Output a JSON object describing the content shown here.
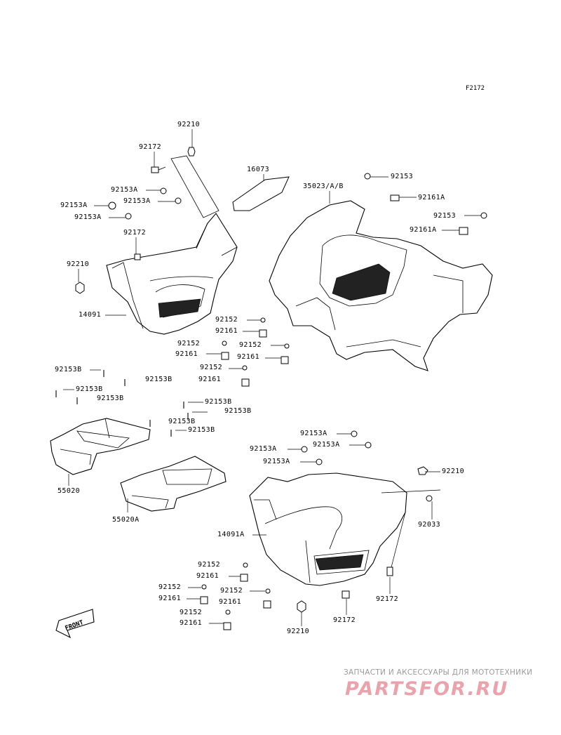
{
  "figure_code": "F2172",
  "labels": {
    "l_92210_a": "92210",
    "l_92172_a": "92172",
    "l_16073": "16073",
    "l_35023": "35023/A/B",
    "l_92153_r1": "92153",
    "l_92161a_r1": "92161A",
    "l_92153a_1": "92153A",
    "l_92153a_2": "92153A",
    "l_92153a_3": "92153A",
    "l_92153a_4": "92153A",
    "l_92153_r2": "92153",
    "l_92172_b": "92172",
    "l_92161a_r2": "92161A",
    "l_92210_b": "92210",
    "l_14091": "14091",
    "l_92152_1": "92152",
    "l_92161_1": "92161",
    "l_92152_2": "92152",
    "l_92152_3": "92152",
    "l_92161_2": "92161",
    "l_92161_3": "92161",
    "l_92152_4": "92152",
    "l_92161_4": "92161",
    "l_92153b_1": "92153B",
    "l_92153b_2": "92153B",
    "l_92153b_3": "92153B",
    "l_92153b_4": "92153B",
    "l_92153b_5": "92153B",
    "l_92153b_6": "92153B",
    "l_92153b_7": "92153B",
    "l_92153b_8": "92153B",
    "l_55020": "55020",
    "l_55020a": "55020A",
    "l_92153a_5": "92153A",
    "l_92153a_6": "92153A",
    "l_92153a_7": "92153A",
    "l_92153a_8": "92153A",
    "l_92210_c": "92210",
    "l_92033": "92033",
    "l_14091a": "14091A",
    "l_92152_5": "92152",
    "l_92161_5": "92161",
    "l_92152_6": "92152",
    "l_92152_7": "92152",
    "l_92161_6": "92161",
    "l_92161_7": "92161",
    "l_92152_8": "92152",
    "l_92161_8": "92161",
    "l_92172_c": "92172",
    "l_92172_d": "92172",
    "l_92210_d": "92210"
  },
  "front_arrow_text": "FRONT",
  "watermark": {
    "tagline": "ЗАПЧАСТИ И АКСЕССУАРЫ ДЛЯ МОТОТЕХНИКИ",
    "site": "PARTSFOR.RU",
    "color": "#e9a3ad"
  }
}
